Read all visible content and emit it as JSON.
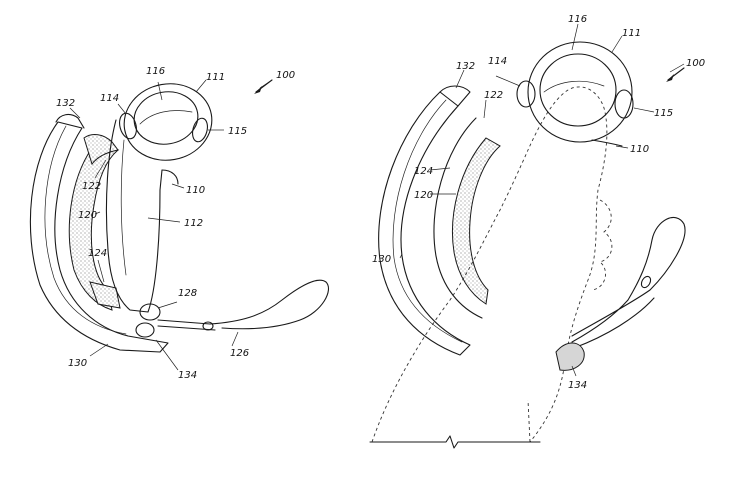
{
  "figure": {
    "left_view": {
      "ref_assembly": "100",
      "labels": {
        "r132": "132",
        "r114": "114",
        "r116": "116",
        "r111": "111",
        "r115": "115",
        "r122": "122",
        "r110": "110",
        "r120": "120",
        "r112": "112",
        "r124": "124",
        "r128": "128",
        "r130": "130",
        "r134": "134",
        "r126": "126"
      }
    },
    "right_view": {
      "ref_assembly": "100",
      "labels": {
        "r116": "116",
        "r111": "111",
        "r132": "132",
        "r114": "114",
        "r122": "122",
        "r115": "115",
        "r110": "110",
        "r124": "124",
        "r120": "120",
        "r130": "130",
        "r134": "134"
      }
    }
  }
}
